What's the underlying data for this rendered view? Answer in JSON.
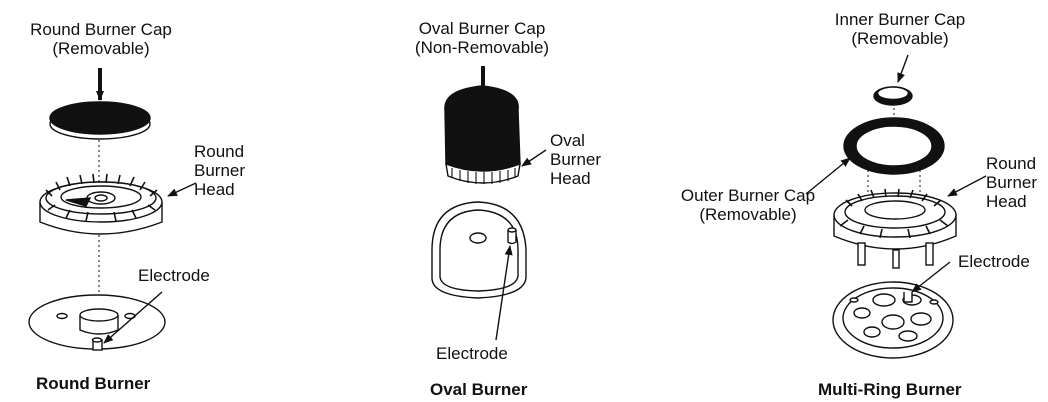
{
  "round": {
    "cap_line1": "Round Burner Cap",
    "cap_line2": "(Removable)",
    "head_line1": "Round",
    "head_line2": "Burner",
    "head_line3": "Head",
    "electrode": "Electrode",
    "title": "Round Burner"
  },
  "oval": {
    "cap_line1": "Oval Burner Cap",
    "cap_line2": "(Non-Removable)",
    "head_line1": "Oval",
    "head_line2": "Burner",
    "head_line3": "Head",
    "electrode": "Electrode",
    "title": "Oval Burner"
  },
  "multi": {
    "inner_line1": "Inner Burner Cap",
    "inner_line2": "(Removable)",
    "outer_line1": "Outer Burner Cap",
    "outer_line2": "(Removable)",
    "head_line1": "Round",
    "head_line2": "Burner",
    "head_line3": "Head",
    "electrode": "Electrode",
    "title": "Multi-Ring Burner"
  }
}
